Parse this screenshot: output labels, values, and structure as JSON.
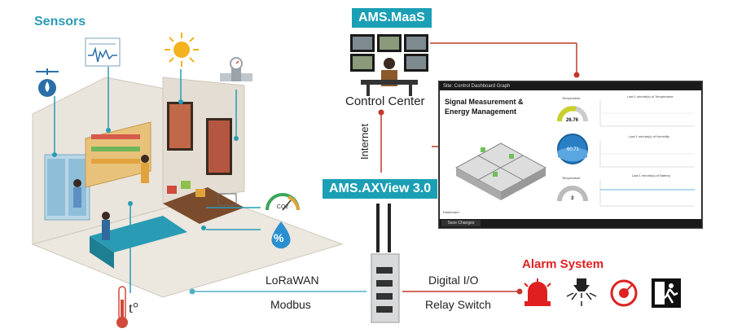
{
  "sensors_title": "Sensors",
  "maas_label": "AMS.MaaS",
  "control_center": "Control Center",
  "internet": "Internet",
  "axview_label": "AMS.AXView 3.0",
  "lorawan": "LoRaWAN",
  "modbus": "Modbus",
  "digital_io": "Digital I/O",
  "relay_switch": "Relay Switch",
  "alarm_system": "Alarm System",
  "co2_label": "CO2",
  "humidity_symbol": "%",
  "temp_symbol": "t°",
  "dashboard": {
    "top_text": "Site: Control Dashboard Graph",
    "title": "Signal Measurement & Energy Management",
    "gauge1_label": "Temperature",
    "gauge1_value": "26.76",
    "gauge2_value": "60.71",
    "gauge3_label": "Temperature",
    "gauge3_value": "3",
    "chart1_title": "Last 1 minute(s) of Temperature",
    "chart2_title": "Last 1 minute(s) of Humidity",
    "chart3_title": "Last 1 minute(s) of Battery",
    "side_label": "Dashboard",
    "button_label": "Save Changes"
  },
  "colors": {
    "accent": "#1b9fb5",
    "alarm": "#e02020",
    "connector_red": "#c0392b",
    "connector_blue": "#52b0c4"
  }
}
